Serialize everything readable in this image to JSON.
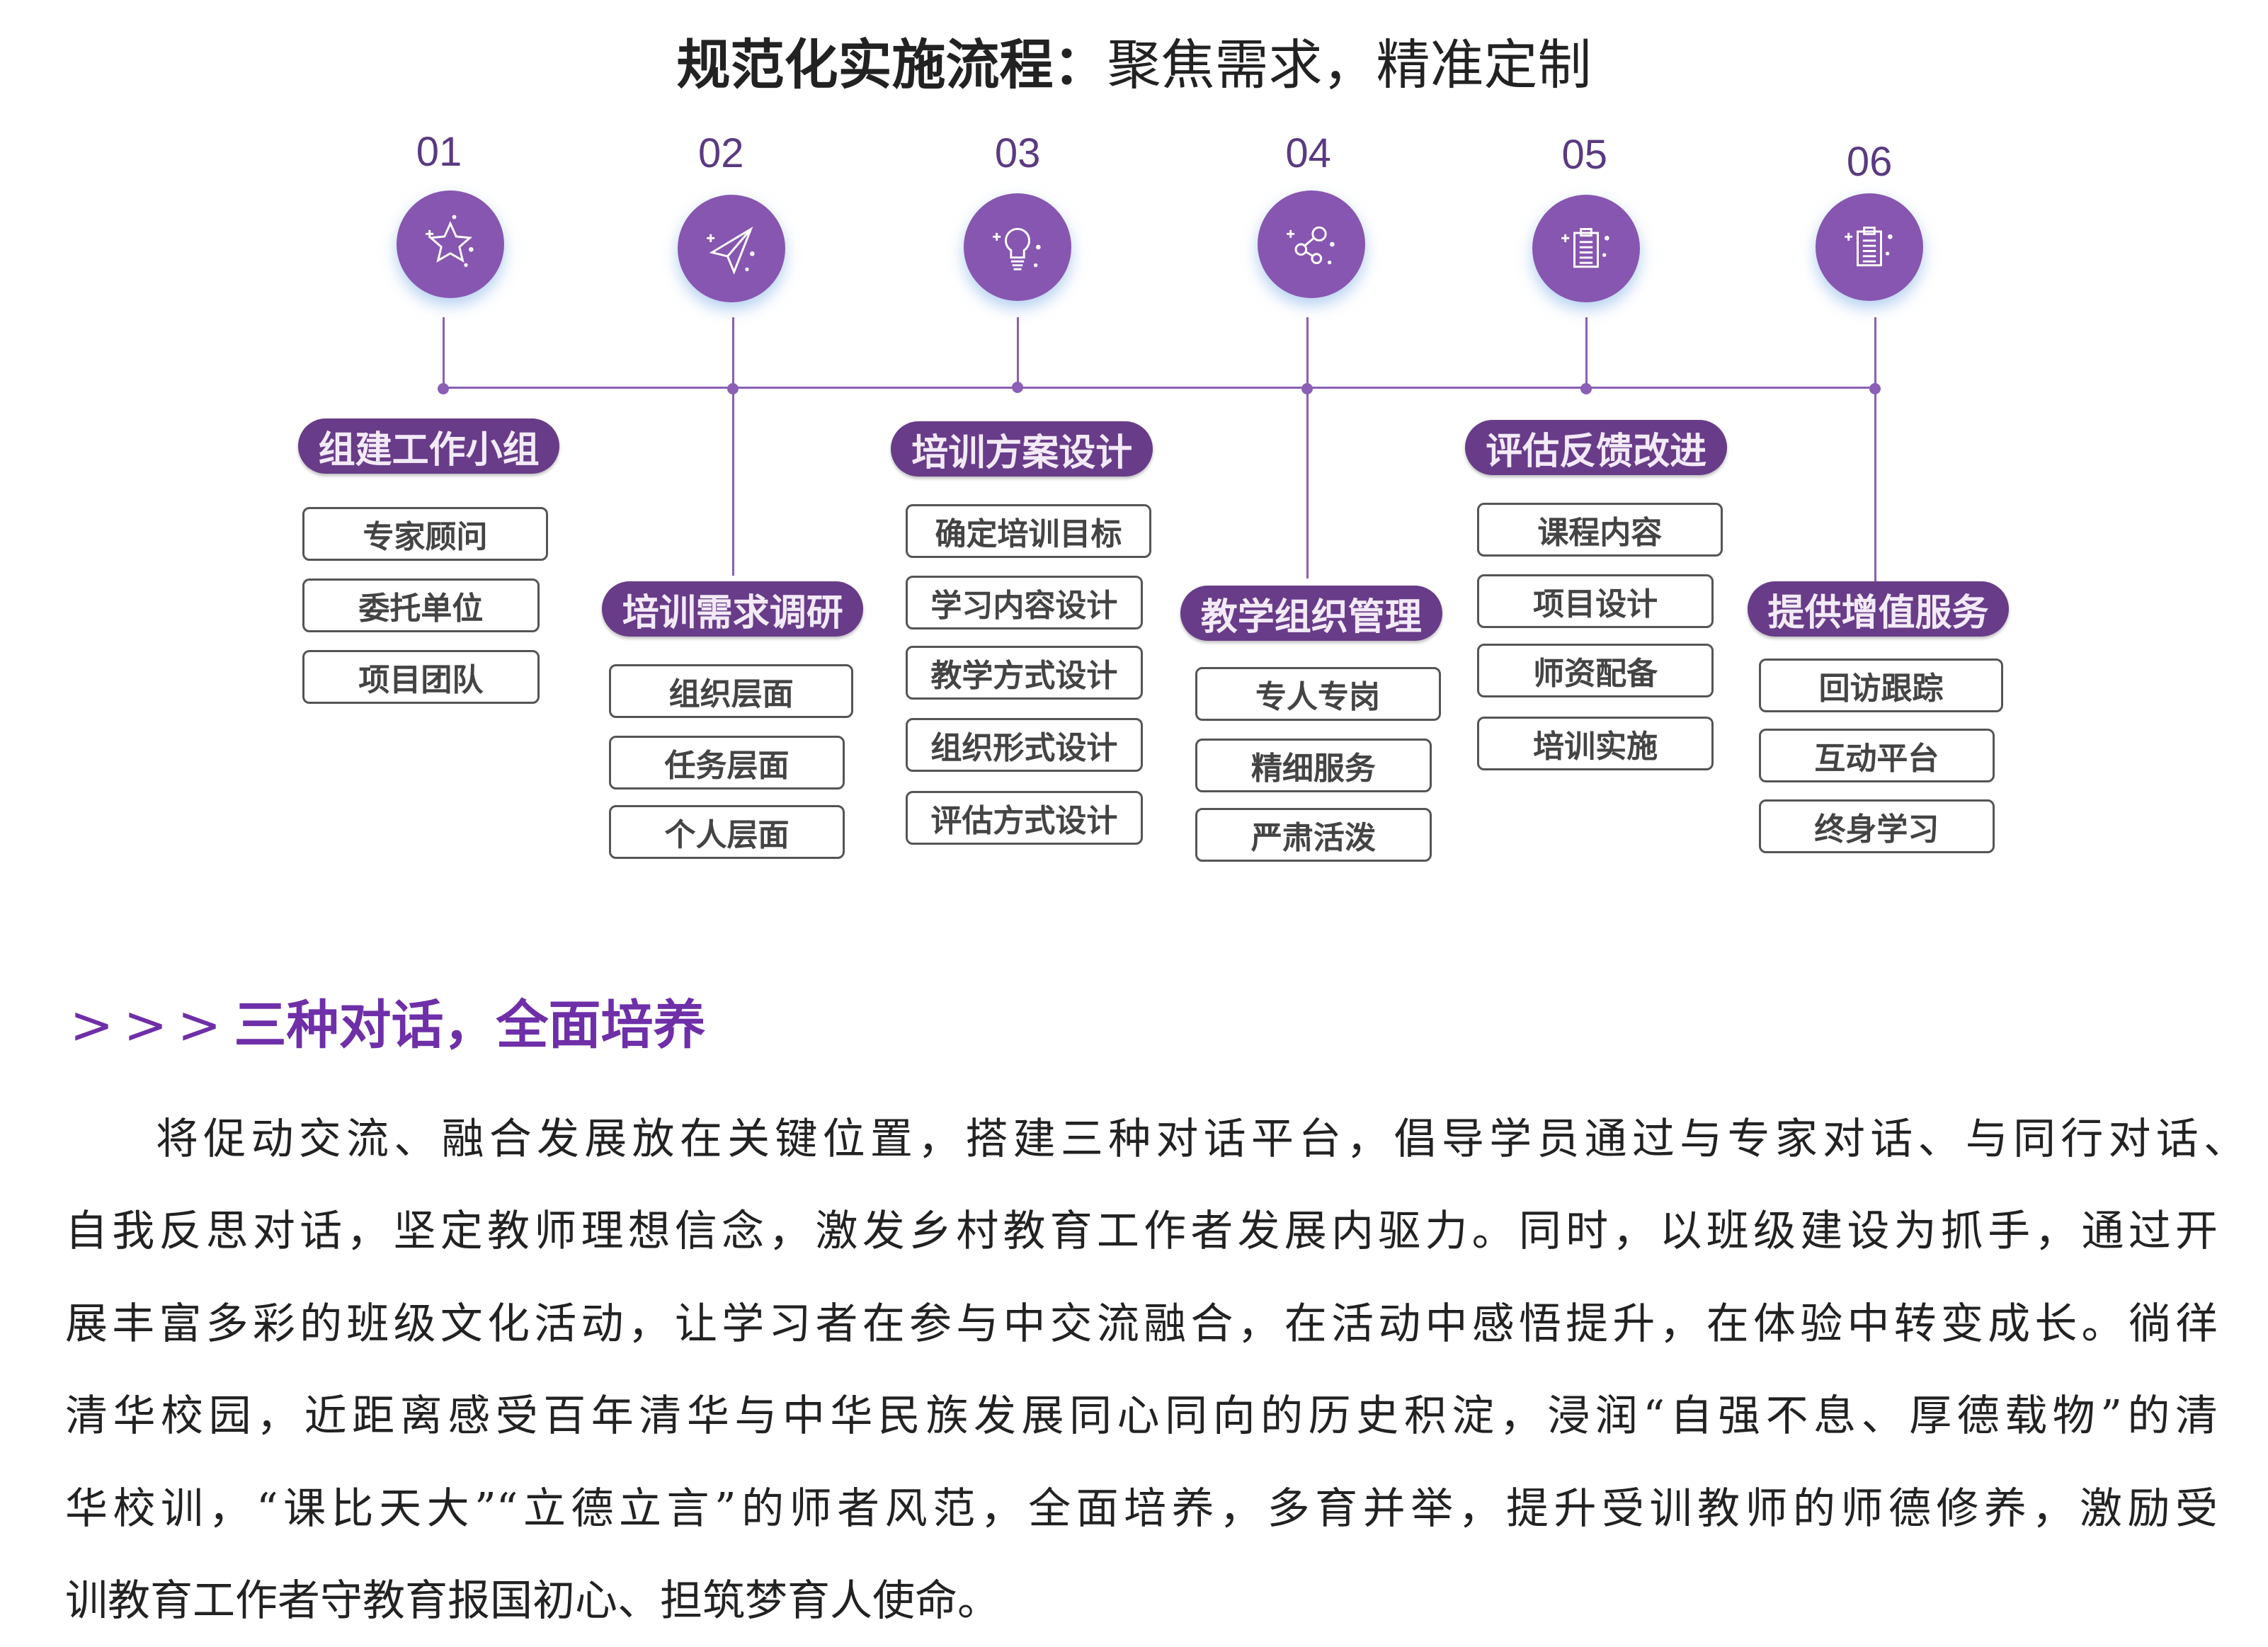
{
  "title": {
    "bold": "规范化实施流程：",
    "rest": "聚焦需求，精准定制"
  },
  "colors": {
    "accent": "#683c88",
    "icon_bg": "#8756b0",
    "heading": "#6e2fa8"
  },
  "steps": [
    {
      "num": "01",
      "icon": "star-icon",
      "title": "组建工作小组",
      "items": [
        "专家顾问",
        "委托单位",
        "项目团队"
      ]
    },
    {
      "num": "02",
      "icon": "paper-plane-icon",
      "title": "培训需求调研",
      "items": [
        "组织层面",
        "任务层面",
        "个人层面"
      ]
    },
    {
      "num": "03",
      "icon": "lightbulb-icon",
      "title": "培训方案设计",
      "items": [
        "确定培训目标",
        "学习内容设计",
        "教学方式设计",
        "组织形式设计",
        "评估方式设计"
      ]
    },
    {
      "num": "04",
      "icon": "share-icon",
      "title": "教学组织管理",
      "items": [
        "专人专岗",
        "精细服务",
        "严肃活泼"
      ]
    },
    {
      "num": "05",
      "icon": "clipboard-icon",
      "title": "评估反馈改进",
      "items": [
        "课程内容",
        "项目设计",
        "师资配备",
        "培训实施"
      ]
    },
    {
      "num": "06",
      "icon": "clipboard-icon",
      "title": "提供增值服务",
      "items": [
        "回访跟踪",
        "互动平台",
        "终身学习"
      ]
    }
  ],
  "section": {
    "arrows": ">>>",
    "heading": "三种对话，全面培养"
  },
  "paragraph": [
    "将促动交流、融合发展放在关键位置，搭建三种对话平台，倡导学员通过与专家对话、与同行对话、",
    "自我反思对话，坚定教师理想信念，激发乡村教育工作者发展内驱力。同时，以班级建设为抓手，通过开",
    "展丰富多彩的班级文化活动，让学习者在参与中交流融合，在活动中感悟提升，在体验中转变成长。徜徉",
    "清华校园，近距离感受百年清华与中华民族发展同心同向的历史积淀，浸润“自强不息、厚德载物”的清",
    "华校训，“课比天大”“立德立言”的师者风范，全面培养，多育并举，提升受训教师的师德修养，激励受",
    "训教育工作者守教育报国初心、担筑梦育人使命。"
  ]
}
